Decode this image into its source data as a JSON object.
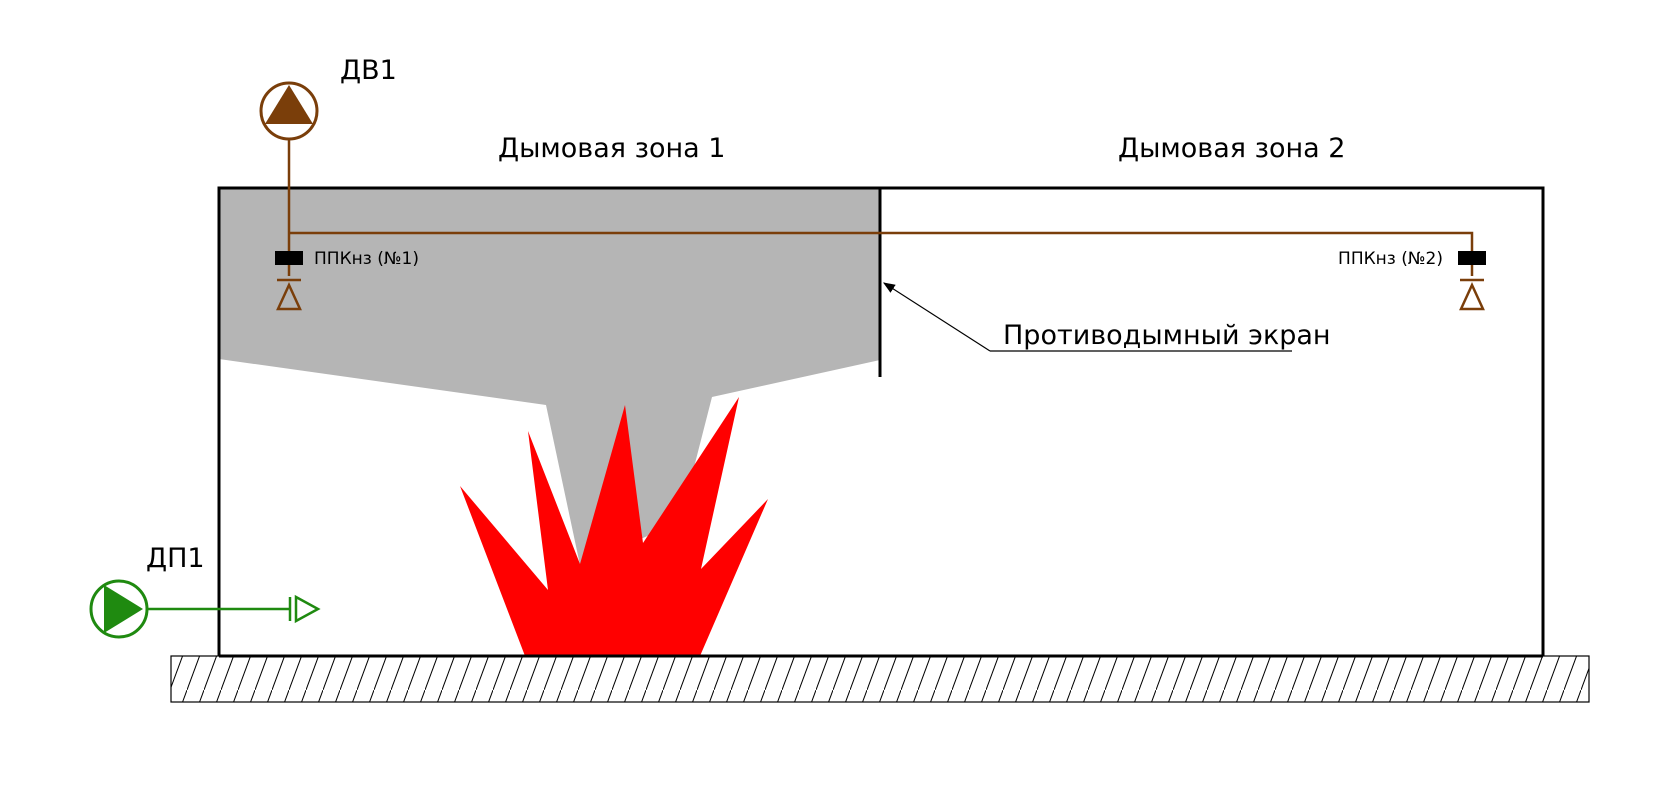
{
  "labels": {
    "exhaust_fan": "ДВ1",
    "supply_fan": "ДП1",
    "zone1": "Дымовая зона 1",
    "zone2": "Дымовая зона 2",
    "valve1": "ППКнз (№1)",
    "valve2": "ППКнз (№2)",
    "smoke_screen": "Противодымный экран"
  },
  "colors": {
    "exhaust": "#7a3e0a",
    "supply": "#1f8a10",
    "smoke": "#b5b5b5",
    "fire": "#ff0000",
    "walls": "#000000"
  },
  "icons": {
    "exhaust_fan": "fan-up-icon",
    "supply_fan": "fan-right-icon",
    "valve": "damper-icon",
    "outlet": "diffuser-icon"
  }
}
